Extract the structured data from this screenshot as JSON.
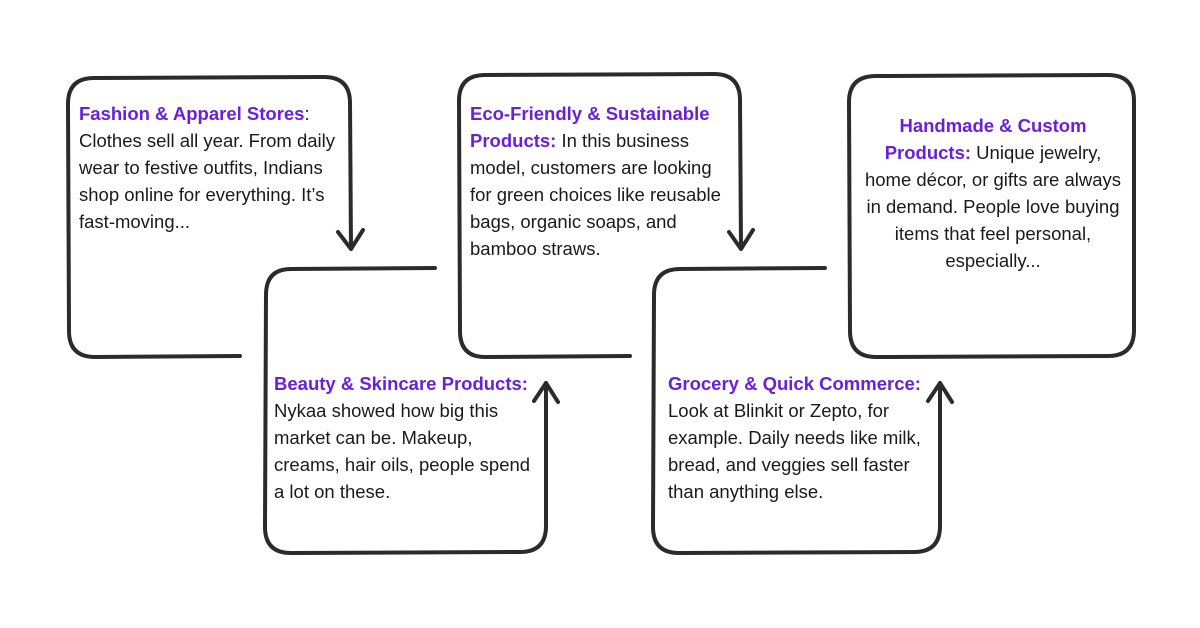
{
  "colors": {
    "accent": "#6a1fd8",
    "stroke": "#2b2b2b",
    "text": "#1a1a1a"
  },
  "cards": [
    {
      "title": "Fashion & Apparel Stores",
      "separator": ":",
      "body": " Clothes sell all year. From daily wear to festive outfits, Indians shop online for everything. It’s fast-moving..."
    },
    {
      "title": "Beauty & Skincare Products:",
      "separator": "",
      "body": " Nykaa showed how big this market can be. Makeup, creams, hair oils, people spend a lot on these."
    },
    {
      "title": "Eco-Friendly & Sustainable Products:",
      "separator": "",
      "body": " In this business model, customers are looking for green choices like reusable bags, organic soaps, and bamboo straws."
    },
    {
      "title": "Grocery & Quick Commerce:",
      "separator": "",
      "body": " Look at Blinkit or Zepto, for example. Daily needs like milk, bread, and veggies sell faster than anything else."
    },
    {
      "title": "Handmade & Custom Products:",
      "separator": "",
      "body": " Unique jewelry, home décor, or gifts are always in demand. People love buying items that feel personal, especially..."
    }
  ]
}
